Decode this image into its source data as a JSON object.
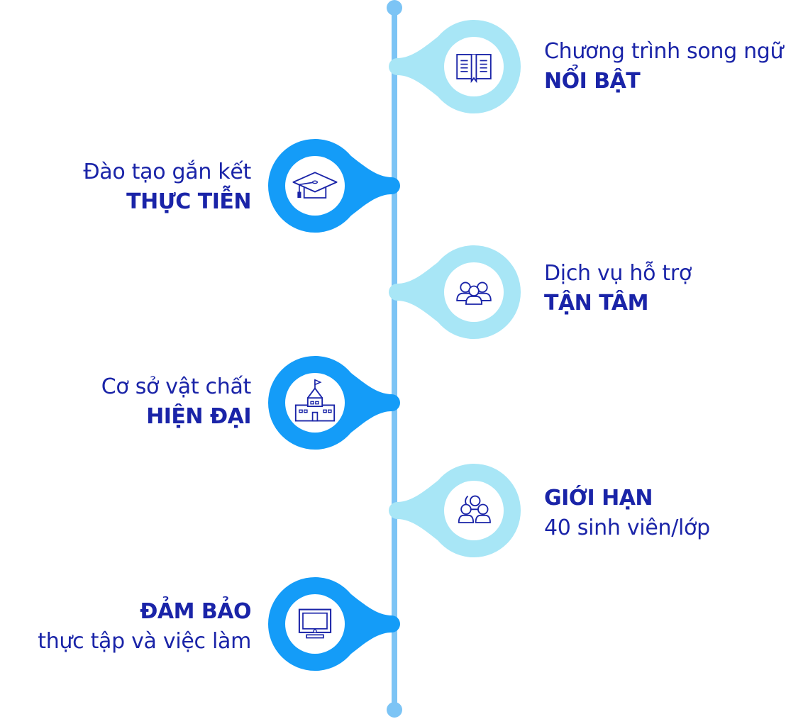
{
  "colors": {
    "timeline": "#7cc4f5",
    "pin_light": "#a8e6f6",
    "pin_dark": "#149cf8",
    "pin_center": "#ffffff",
    "icon_stroke": "#1a24a8",
    "text": "#1a24a8"
  },
  "items": [
    {
      "side": "right",
      "style": "light",
      "icon": "open-book-icon",
      "lines": [
        {
          "text": "Chương trình song ngữ",
          "bold": false
        },
        {
          "text": "NỔI BẬT",
          "bold": true
        }
      ]
    },
    {
      "side": "left",
      "style": "dark",
      "icon": "graduation-cap-icon",
      "lines": [
        {
          "text": "Đào tạo gắn kết",
          "bold": false
        },
        {
          "text": "THỰC TIỄN",
          "bold": true
        }
      ]
    },
    {
      "side": "right",
      "style": "light",
      "icon": "people-group-icon",
      "lines": [
        {
          "text": "Dịch vụ hỗ trợ",
          "bold": false
        },
        {
          "text": "TẬN TÂM",
          "bold": true
        }
      ]
    },
    {
      "side": "left",
      "style": "dark",
      "icon": "school-building-icon",
      "lines": [
        {
          "text": "Cơ sở vật chất",
          "bold": false
        },
        {
          "text": "HIỆN ĐẠI",
          "bold": true
        }
      ]
    },
    {
      "side": "right",
      "style": "light",
      "icon": "small-class-icon",
      "lines": [
        {
          "text": "GIỚI HẠN",
          "bold": true
        },
        {
          "text": "40 sinh viên/lớp",
          "bold": false
        }
      ]
    },
    {
      "side": "left",
      "style": "dark",
      "icon": "computer-monitor-icon",
      "lines": [
        {
          "text": "ĐẢM BẢO",
          "bold": true
        },
        {
          "text": "thực tập và việc làm",
          "bold": false
        }
      ]
    }
  ]
}
